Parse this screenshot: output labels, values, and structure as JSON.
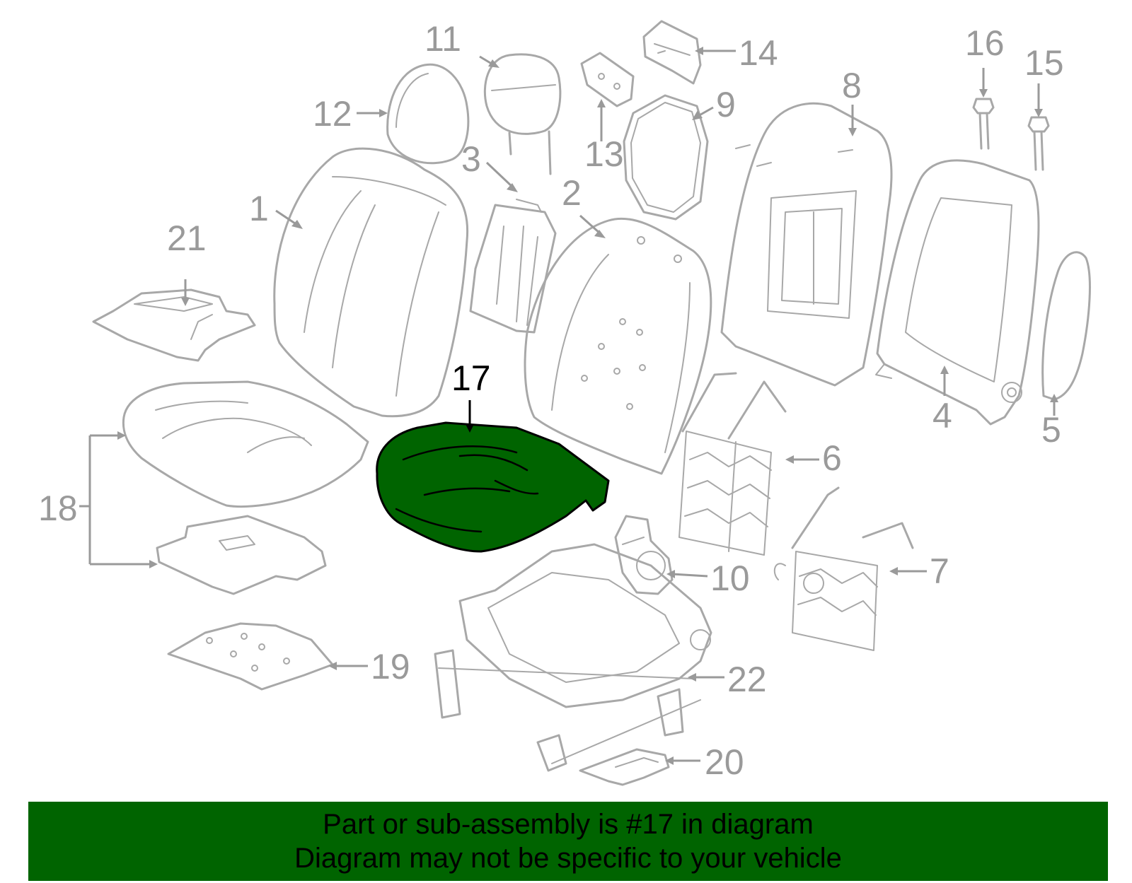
{
  "callouts": [
    "1",
    "2",
    "3",
    "4",
    "5",
    "6",
    "7",
    "8",
    "9",
    "10",
    "11",
    "12",
    "13",
    "14",
    "15",
    "16",
    "17",
    "18",
    "19",
    "20",
    "21",
    "22"
  ],
  "highlighted_callout": "17",
  "colors": {
    "highlight": "#006400",
    "parts": "#a8a8a8",
    "labels": "#9a9a9a",
    "banner": "#006400"
  },
  "banner": {
    "line1": "Part or sub-assembly is #17 in diagram",
    "line2": "Diagram may not be specific to your vehicle"
  }
}
